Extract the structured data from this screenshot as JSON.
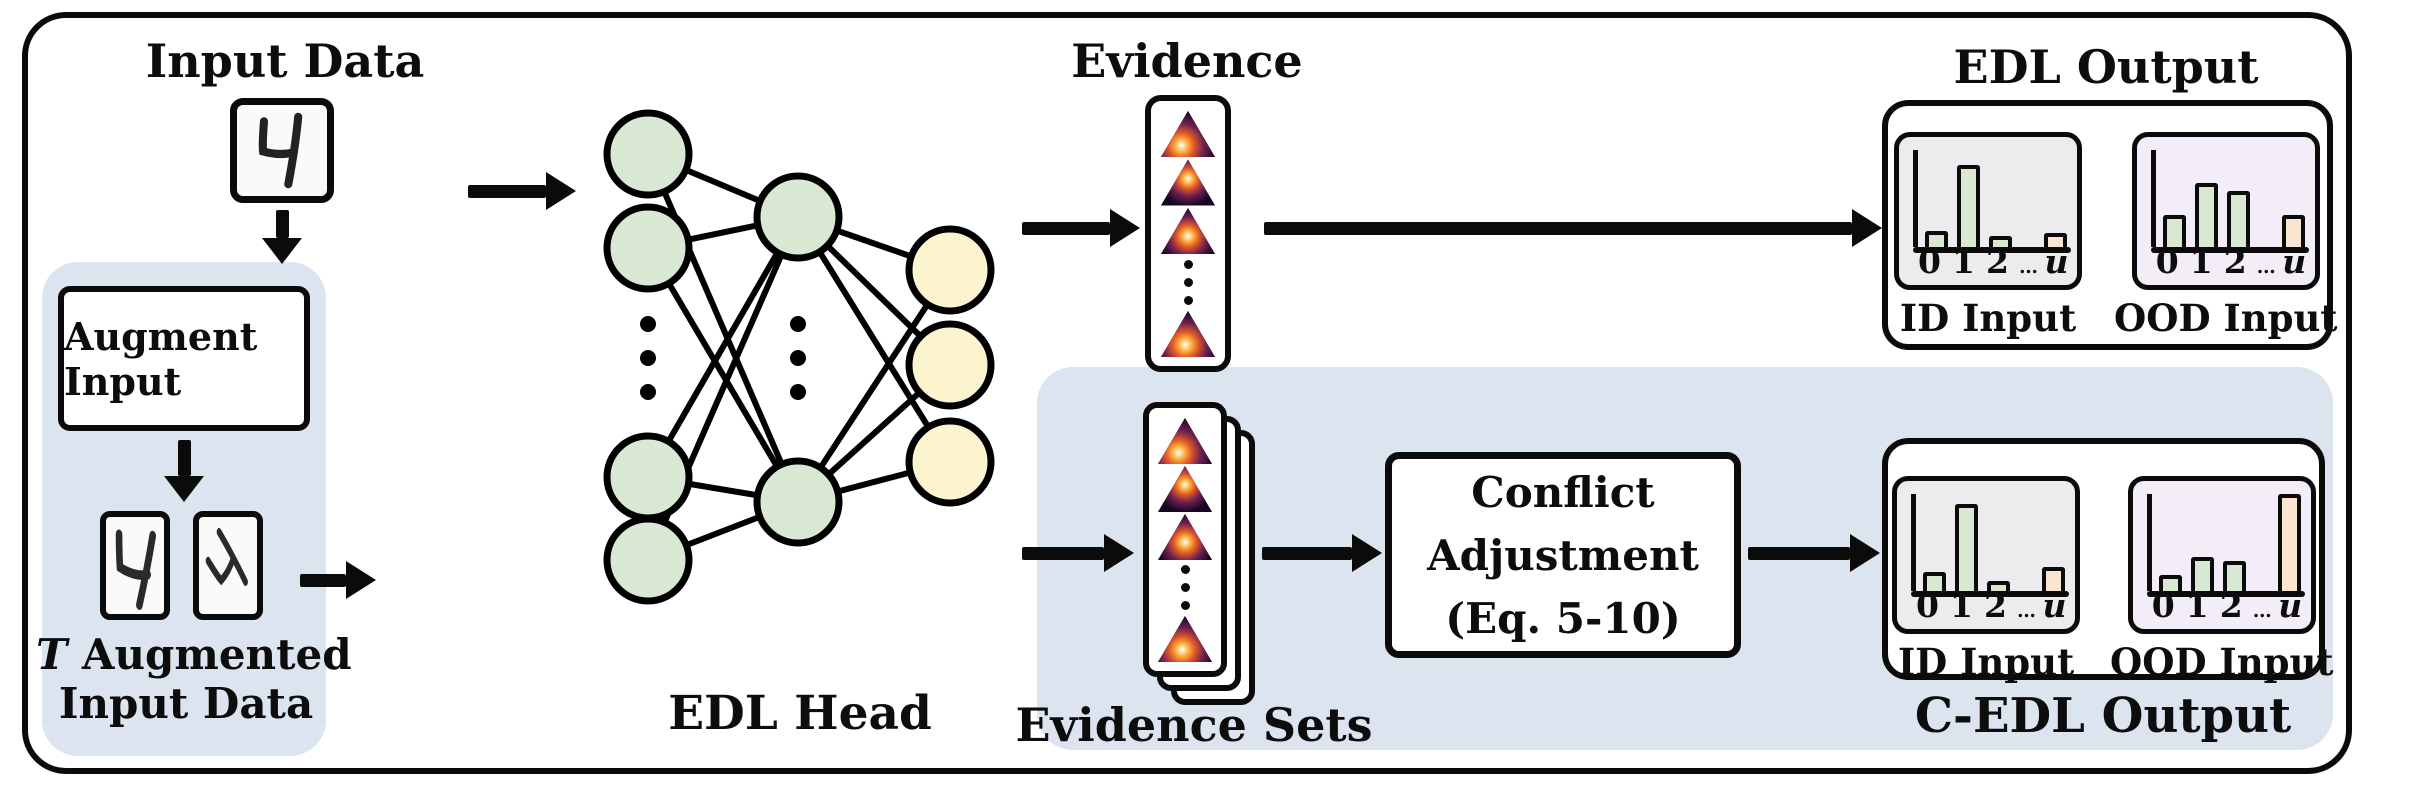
{
  "colors": {
    "node_green": "#d9e8d3",
    "node_yellow": "#fcf4cf",
    "region_blue": "#dce4ef",
    "chart_gray": "#ececee",
    "chart_lavender": "#f2edf7",
    "bar_green": "#d9e8d3",
    "bar_peach": "#f9e5d0",
    "stroke": "#0b0b0b"
  },
  "left_flow": {
    "input_data_label": "Input Data",
    "augment_label": "Augment Input",
    "t_prefix": "T",
    "t_line1_rest": " Augmented",
    "t_line2": "Input Data"
  },
  "network": {
    "label": "EDL Head"
  },
  "evidence": {
    "label": "Evidence"
  },
  "evidence_sets": {
    "label": "Evidence Sets"
  },
  "conflict": {
    "line1": "Conflict",
    "line2": "Adjustment",
    "line3": "(Eq. 5-10)"
  },
  "edl_output": {
    "title": "EDL Output"
  },
  "c_edl_output": {
    "title": "C-EDL Output"
  },
  "chart_data": {
    "type": "bar",
    "note": "values are bar heights as fraction of y-axis height; null = dotted gap between class 2 and uncertainty bar u",
    "ticks": [
      "0",
      "1",
      "2",
      "…",
      "u"
    ],
    "charts": [
      {
        "panel": "EDL Output",
        "caption": "ID Input",
        "bg": "gray",
        "values": [
          0.16,
          0.85,
          0.11,
          null,
          0.14
        ],
        "bar_colors": [
          "green",
          "green",
          "green",
          null,
          "peach"
        ]
      },
      {
        "panel": "EDL Output",
        "caption": "OOD Input",
        "bg": "lavender",
        "values": [
          0.33,
          0.66,
          0.58,
          null,
          0.33
        ],
        "bar_colors": [
          "green",
          "green",
          "green",
          null,
          "peach"
        ]
      },
      {
        "panel": "C-EDL Output",
        "caption": "ID Input",
        "bg": "gray",
        "values": [
          0.2,
          0.9,
          0.1,
          null,
          0.25
        ],
        "bar_colors": [
          "green",
          "green",
          "green",
          null,
          "peach"
        ]
      },
      {
        "panel": "C-EDL Output",
        "caption": "OOD Input",
        "bg": "lavender",
        "values": [
          0.17,
          0.35,
          0.31,
          null,
          1.0
        ],
        "bar_colors": [
          "green",
          "green",
          "green",
          null,
          "peach"
        ]
      }
    ]
  }
}
